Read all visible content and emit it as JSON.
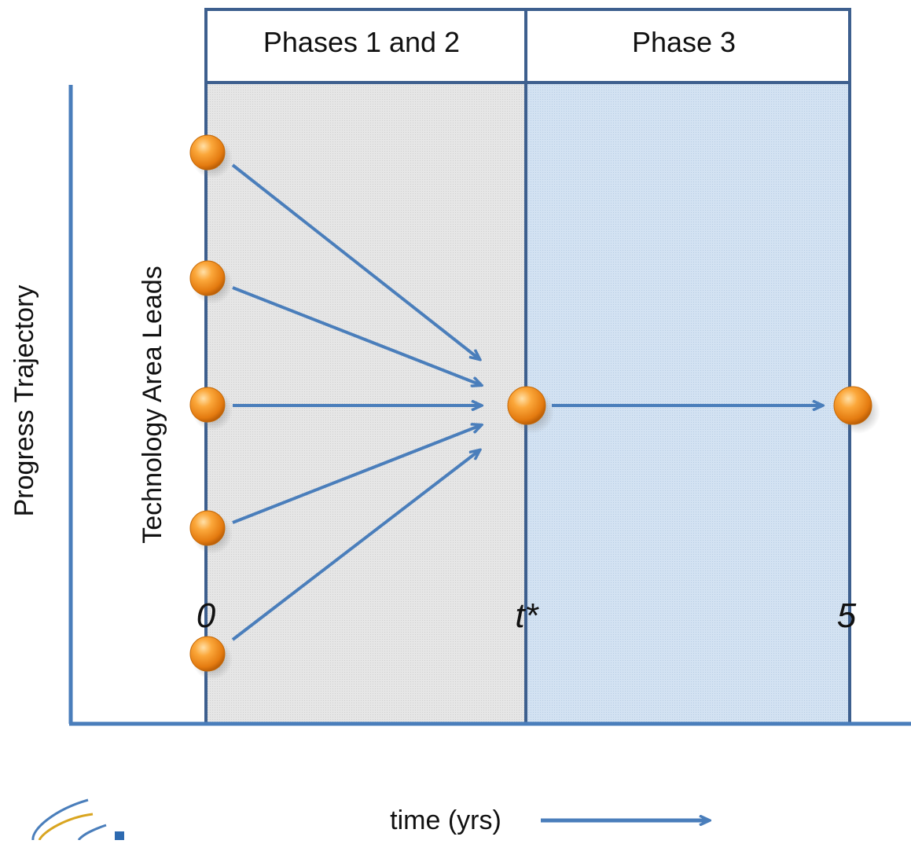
{
  "phases": [
    {
      "label": "Phases 1 and 2",
      "fill": "#e3e3e3"
    },
    {
      "label": "Phase 3",
      "fill": "#cfe0f1"
    }
  ],
  "axes": {
    "y_outer_label": "Progress Trajectory",
    "y_inner_label": "Technology Area Leads",
    "x_label": "time (yrs)",
    "ticks": [
      "0",
      "t*",
      "5"
    ]
  },
  "nodes": {
    "leads_count": 5,
    "convergence_count": 1,
    "final_count": 1
  },
  "colors": {
    "line": "#4a7ebb",
    "frame": "#3d5f8e",
    "node": "#f59a1f",
    "node_highlight": "#ffd08a"
  }
}
